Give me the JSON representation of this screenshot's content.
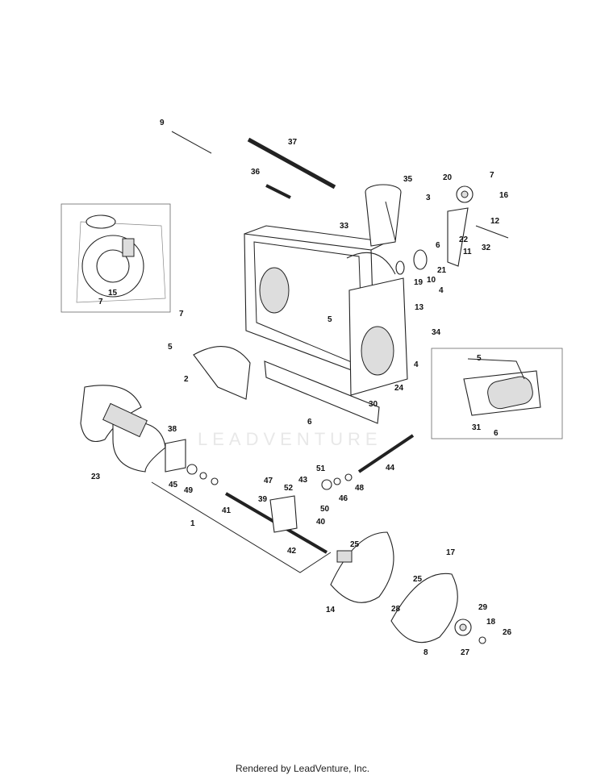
{
  "watermark": "LEADVENTURE",
  "footer": "Rendered by LeadVenture, Inc.",
  "callouts": [
    "1",
    "2",
    "3",
    "4",
    "4",
    "5",
    "5",
    "5",
    "6",
    "6",
    "6",
    "7",
    "7",
    "7",
    "8",
    "9",
    "10",
    "11",
    "12",
    "13",
    "14",
    "15",
    "16",
    "17",
    "18",
    "19",
    "20",
    "21",
    "22",
    "23",
    "24",
    "25",
    "25",
    "26",
    "27",
    "28",
    "29",
    "30",
    "31",
    "32",
    "33",
    "34",
    "35",
    "36",
    "37",
    "38",
    "39",
    "40",
    "41",
    "42",
    "43",
    "44",
    "45",
    "46",
    "47",
    "48",
    "49",
    "50",
    "51",
    "52"
  ]
}
